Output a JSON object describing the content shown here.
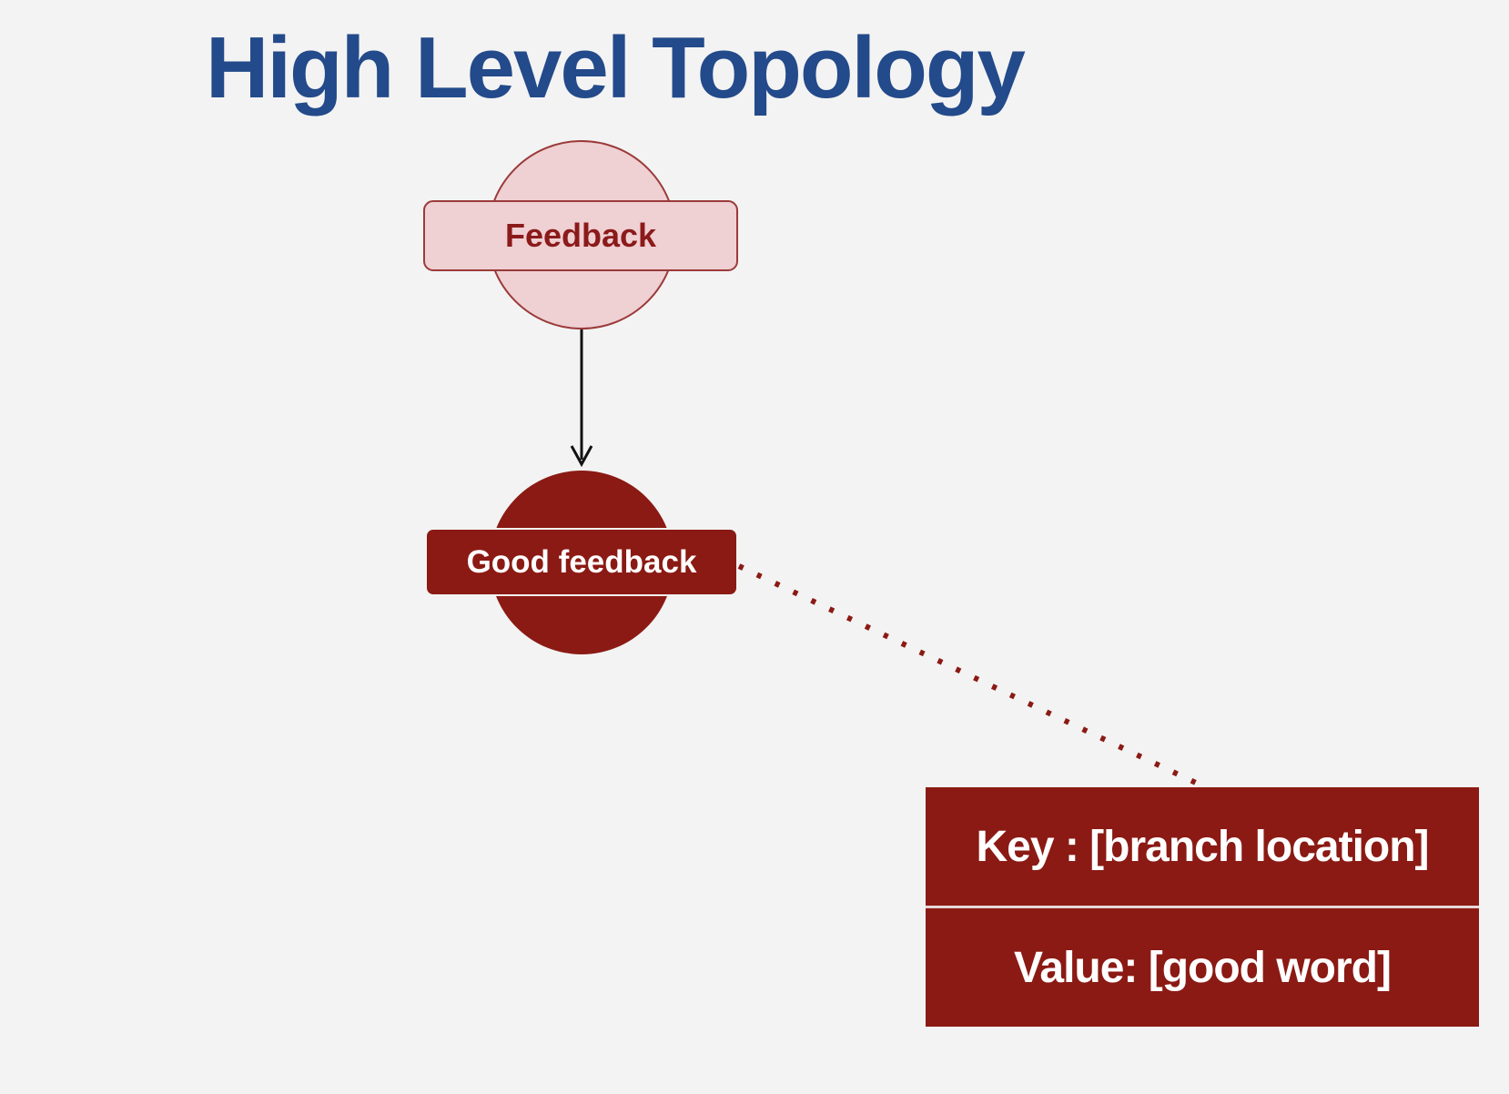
{
  "title": "High Level Topology",
  "nodes": {
    "feedback": {
      "label": "Feedback"
    },
    "good_feedback": {
      "label": "Good feedback"
    }
  },
  "key_value_box": {
    "key": "Key : [branch location]",
    "value": "Value: [good word]"
  },
  "colors": {
    "title": "#234a8a",
    "feedback_fill": "#efd0d3",
    "feedback_stroke": "#9b3a3a",
    "good_fill": "#8b1a14",
    "connector_dots": "#8b1a14",
    "arrow": "#111111"
  }
}
